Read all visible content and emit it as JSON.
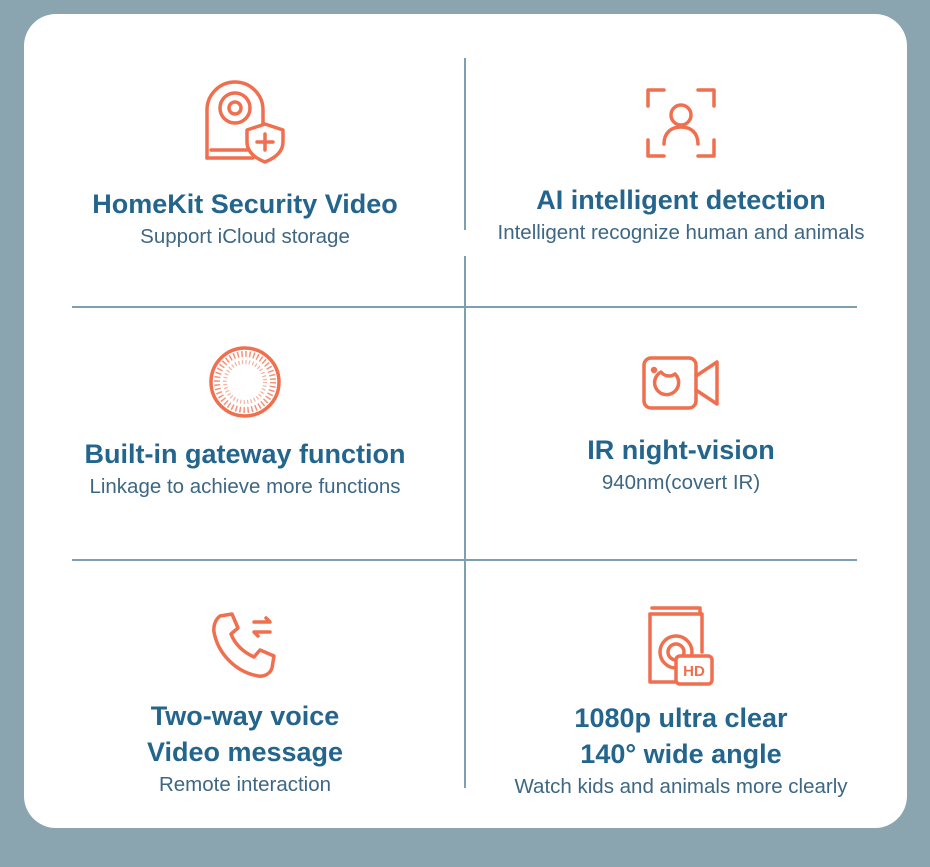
{
  "features": [
    {
      "icon": "camera-shield-icon",
      "title": "HomeKit Security Video",
      "desc": "Support iCloud storage"
    },
    {
      "icon": "face-detection-icon",
      "title": "AI intelligent detection",
      "desc": "Intelligent recognize human and animals"
    },
    {
      "icon": "gateway-icon",
      "title": "Built-in gateway function",
      "desc": "Linkage to achieve more functions"
    },
    {
      "icon": "night-vision-camera-icon",
      "title": "IR night-vision",
      "desc": "940nm(covert IR)"
    },
    {
      "icon": "phone-call-icon",
      "title": "Two-way voice",
      "title2": "Video message",
      "desc": "Remote interaction"
    },
    {
      "icon": "hd-camera-icon",
      "title": "1080p ultra clear",
      "title2": "140° wide angle",
      "desc": "Watch kids and animals more clearly"
    }
  ],
  "colors": {
    "background": "#8aa4b0",
    "card": "#ffffff",
    "title": "#24658d",
    "text": "#3d6784",
    "icon": "#ef6f4f",
    "divider": "#7c9fb6"
  }
}
